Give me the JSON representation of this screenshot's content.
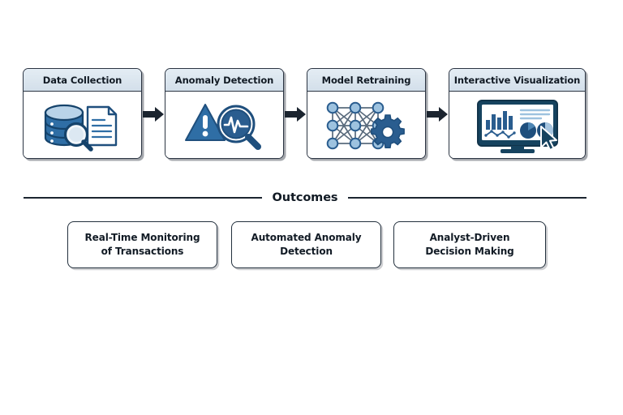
{
  "diagram": {
    "type": "process-flow",
    "pipeline": {
      "stages": [
        {
          "label": "Data Collection",
          "icon": "database-document-search-icon"
        },
        {
          "label": "Anomaly Detection",
          "icon": "warning-triangle-pulse-magnifier-icon"
        },
        {
          "label": "Model Retraining",
          "icon": "neural-network-gear-icon"
        },
        {
          "label": "Interactive Visualization",
          "icon": "dashboard-monitor-cursor-icon"
        }
      ],
      "connector_icon": "right-arrow-icon",
      "connector_count": 3
    },
    "outcomes_section": {
      "title": "Outcomes",
      "divider_icon": "horizontal-rule",
      "items": [
        {
          "label": "Real-Time Monitoring\nof Transactions"
        },
        {
          "label": "Automated Anomaly\nDetection"
        },
        {
          "label": "Analyst-Driven\nDecision Making"
        }
      ]
    },
    "colors": {
      "outline": "#2b3442",
      "header_fill_top": "#e4edf4",
      "header_fill_bottom": "#d3dfea",
      "icon_blue_dark": "#1f4f7d",
      "icon_blue_mid": "#2f6ea5",
      "icon_blue_light": "#a8c6e0",
      "arrow": "#1b242f",
      "text": "#111a24",
      "background": "#ffffff"
    }
  }
}
